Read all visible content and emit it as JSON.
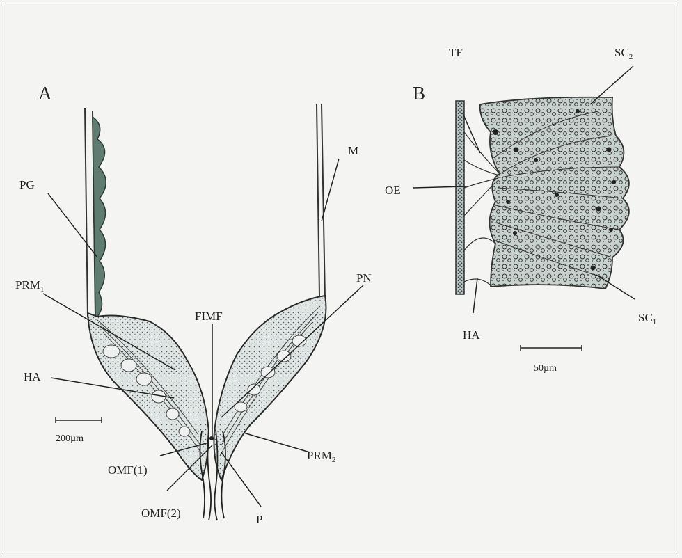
{
  "panels": {
    "a": {
      "letter": "A",
      "labels": {
        "pg": "PG",
        "m": "M",
        "prm1": "PRM",
        "prm1_sub": "1",
        "pn": "PN",
        "fimf": "FIMF",
        "ha": "HA",
        "omf1": "OMF(1)",
        "omf2": "OMF(2)",
        "prm2": "PRM",
        "prm2_sub": "2",
        "p": "P"
      },
      "scale_bar": "200µm"
    },
    "b": {
      "letter": "B",
      "labels": {
        "tf": "TF",
        "sc2": "SC",
        "sc2_sub": "2",
        "oe": "OE",
        "ha": "HA",
        "sc1": "SC",
        "sc1_sub": "1"
      },
      "scale_bar": "50µm"
    }
  },
  "colors": {
    "background": "#f4f4f2",
    "border": "#6a6a6a",
    "ink": "#222222",
    "tissue_fill": "#c9d3d0",
    "gland_fill": "#5f7c73"
  }
}
